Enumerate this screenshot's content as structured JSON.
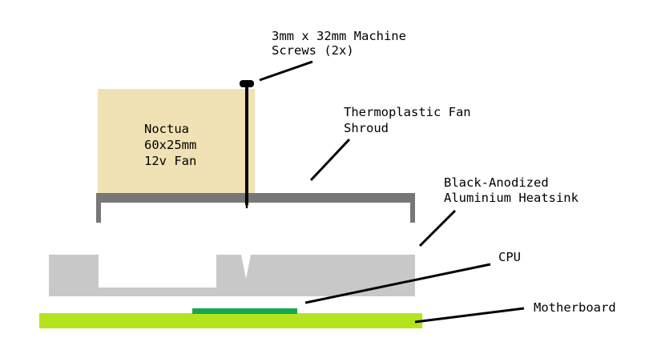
{
  "fan": {
    "line1": "Noctua",
    "line2": "60x25mm",
    "line3": "12v Fan"
  },
  "labels": {
    "screws_line1": "3mm x 32mm Machine",
    "screws_line2": "Screws (2x)",
    "shroud_line1": "Thermoplastic Fan",
    "shroud_line2": "Shroud",
    "heatsink_line1": "Black-Anodized",
    "heatsink_line2": "Aluminium Heatsink",
    "cpu": "CPU",
    "motherboard": "Motherboard"
  },
  "colors": {
    "fan": "#f0e2b4",
    "shroud": "#777777",
    "heatsink": "#c8c8c8",
    "cpu": "#14a850",
    "motherboard": "#b4e41e",
    "screw": "#000000",
    "leader": "#000000"
  }
}
